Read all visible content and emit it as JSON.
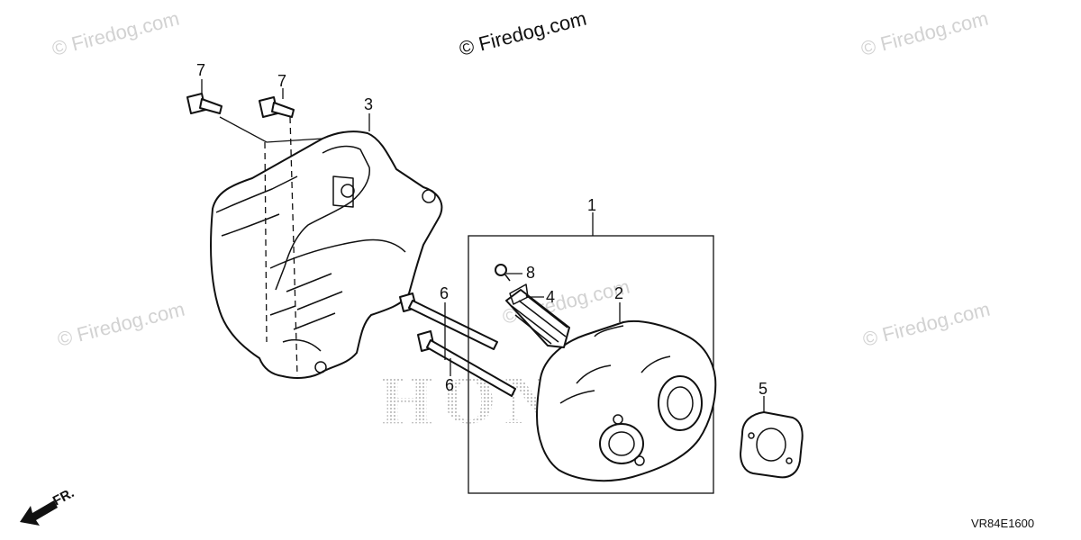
{
  "watermark": {
    "top_center": "© Firedog.com",
    "repeat": "© Firedog.com"
  },
  "brand_ghost": "HONDA",
  "callouts": {
    "p1": "1",
    "p2": "2",
    "p3": "3",
    "p4": "4",
    "p5": "5",
    "p6a": "6",
    "p6b": "6",
    "p7a": "7",
    "p7b": "7",
    "p8": "8"
  },
  "direction_label": "FR.",
  "diagram_code": "VR84E1600"
}
